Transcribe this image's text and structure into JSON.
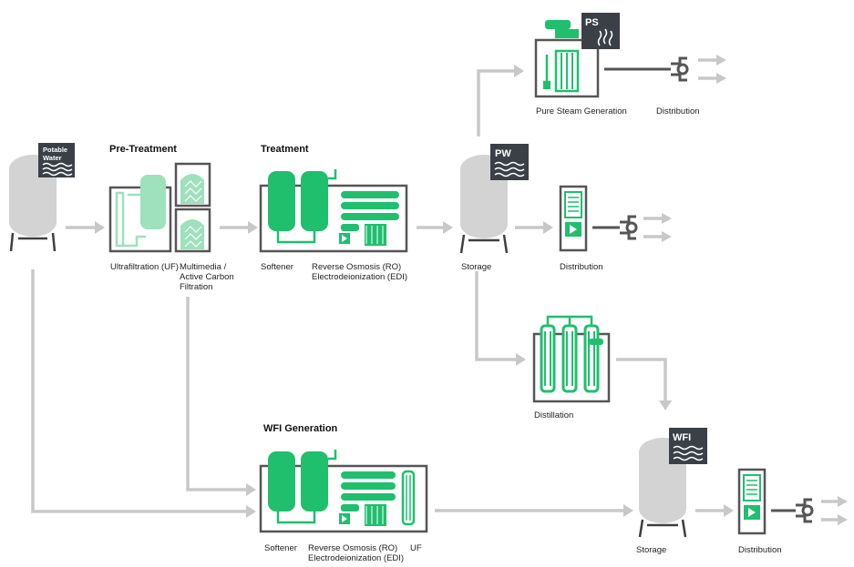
{
  "headers": {
    "pretreatment": "Pre-Treatment",
    "treatment": "Treatment",
    "wfi_generation": "WFI Generation"
  },
  "badges": {
    "potable_line1": "Potable",
    "potable_line2": "Water",
    "ps": "PS",
    "pw": "PW",
    "wfi": "WFI"
  },
  "labels": {
    "uf": "Ultrafiltration (UF)",
    "multimedia_1": "Multimedia /",
    "multimedia_2": "Active Carbon",
    "multimedia_3": "Filtration",
    "softener": "Softener",
    "ro_1": "Reverse Osmosis (RO)",
    "ro_2": "Electrodeionization (EDI)",
    "storage_pw": "Storage",
    "distribution_pw": "Distribution",
    "pure_steam": "Pure Steam Generation",
    "distribution_ps": "Distribution",
    "distillation": "Distillation",
    "wfi_softener": "Softener",
    "wfi_ro_1": "Reverse Osmosis (RO)",
    "wfi_ro_2": "Electrodeionization (EDI)",
    "wfi_uf": "UF",
    "storage_wfi": "Storage",
    "distribution_wfi": "Distribution"
  },
  "colors": {
    "green": "#1fbf6e",
    "light_green": "#9fe0bd",
    "flow_gray": "#c8c8c8",
    "tank_gray": "#d3d3d3",
    "badge_dark": "#3a4046"
  }
}
